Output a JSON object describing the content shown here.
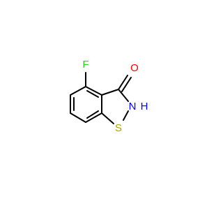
{
  "molecule": {
    "atoms": {
      "fluorine": {
        "symbol": "F",
        "color": "#33cc33"
      },
      "oxygen": {
        "symbol": "O",
        "color": "#ff0000"
      },
      "nitrogen": {
        "symbol": "N",
        "color": "#0000ff"
      },
      "hydrogen": {
        "symbol": "H",
        "color": "#0000ff"
      },
      "sulfur": {
        "symbol": "S",
        "color": "#b2a100"
      }
    },
    "bond_color": "#000000"
  }
}
